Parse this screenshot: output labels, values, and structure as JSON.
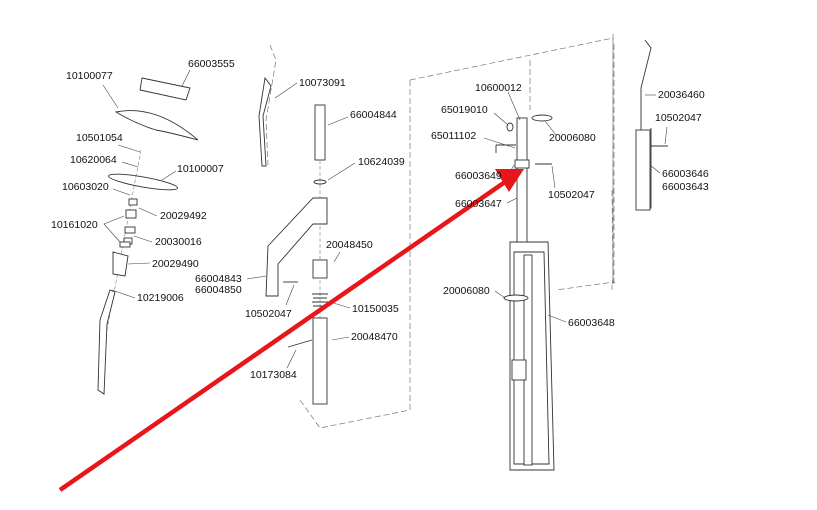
{
  "diagram": {
    "labels": {
      "p66003555": "66003555",
      "p10100077": "10100077",
      "p10073091": "10073091",
      "p10600012": "10600012",
      "p20036460": "20036460",
      "p65019010": "65019010",
      "p66004844": "66004844",
      "p10501054": "10501054",
      "p10502047_right": "10502047",
      "p65011102": "65011102",
      "p20006080_top": "20006080",
      "p10620064": "10620064",
      "p10624039": "10624039",
      "p10100007": "10100007",
      "p66003649": "66003649",
      "p66003646": "66003646",
      "p66003643": "66003643",
      "p10603020": "10603020",
      "p10502047_mid": "10502047",
      "p66003647": "66003647",
      "p20029492": "20029492",
      "p10161020": "10161020",
      "p20030016": "20030016",
      "p20048450": "20048450",
      "p20029490": "20029490",
      "p66004843": "66004843",
      "p66004850": "66004850",
      "p20006080_low": "20006080",
      "p10219006": "10219006",
      "p10502047_left": "10502047",
      "p10150035": "10150035",
      "p66003648": "66003648",
      "p20048470": "20048470",
      "p10173084": "10173084"
    },
    "arrow_color": "#e8161b"
  }
}
